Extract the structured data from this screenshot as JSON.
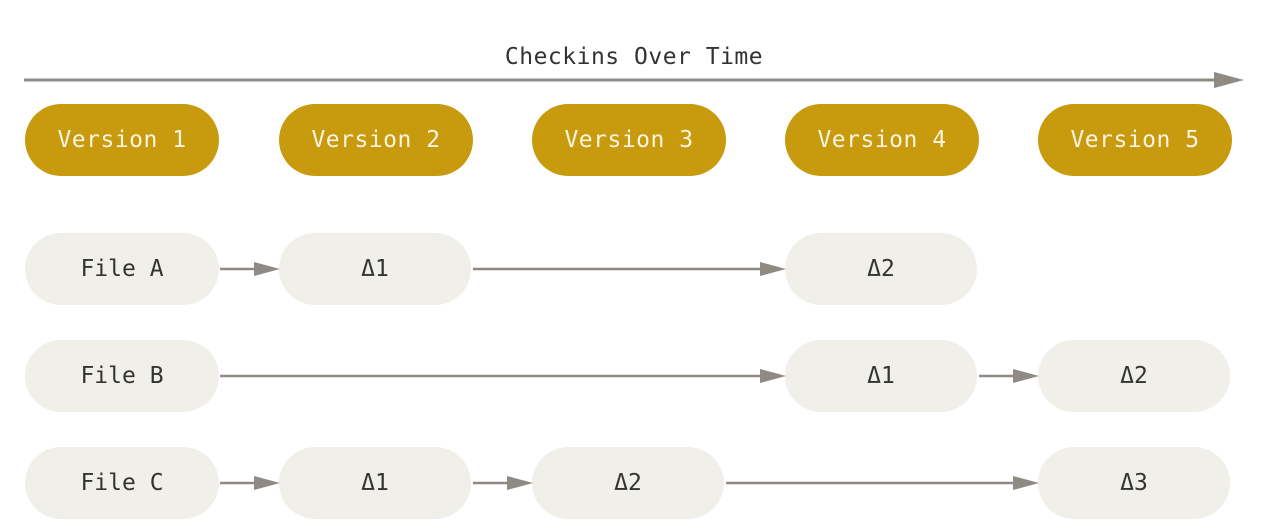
{
  "title": "Checkins Over Time",
  "colors": {
    "version_fill": "#c89a0e",
    "version_text": "#fbf4e0",
    "file_fill": "#f0efea",
    "file_text": "#333333",
    "arrow": "#8f8b84"
  },
  "versions": [
    "Version 1",
    "Version 2",
    "Version 3",
    "Version 4",
    "Version 5"
  ],
  "files": [
    {
      "name": "File A",
      "deltas": [
        {
          "label": "Δ1",
          "version": 2
        },
        {
          "label": "Δ2",
          "version": 4
        }
      ]
    },
    {
      "name": "File B",
      "deltas": [
        {
          "label": "Δ1",
          "version": 4
        },
        {
          "label": "Δ2",
          "version": 5
        }
      ]
    },
    {
      "name": "File C",
      "deltas": [
        {
          "label": "Δ1",
          "version": 2
        },
        {
          "label": "Δ2",
          "version": 3
        },
        {
          "label": "Δ3",
          "version": 5
        }
      ]
    }
  ]
}
